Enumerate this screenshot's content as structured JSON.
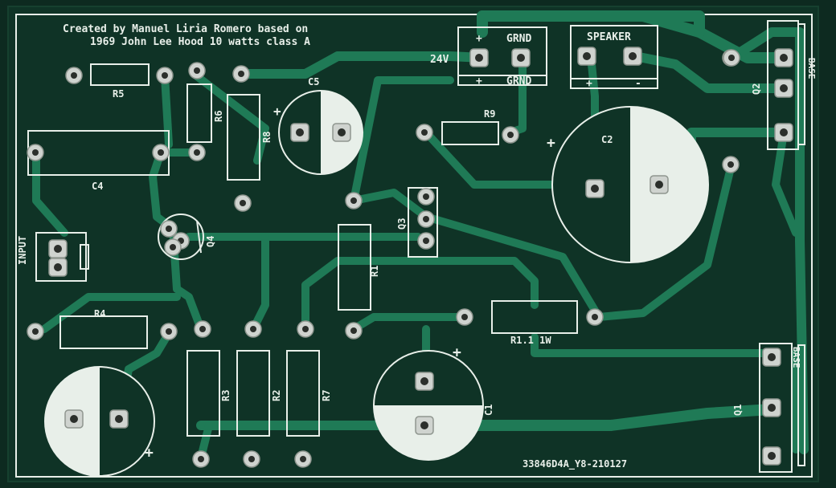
{
  "board": {
    "credit_line1": "Created by Manuel Liria Romero based on",
    "credit_line2": "1969 John Lee Hood 10 watts class A",
    "board_code": "33846D4A_Y8-210127",
    "colors": {
      "substrate": "#0e2e22",
      "copper": "#1f7a56",
      "silkscreen": "#e8efe9",
      "pad": "#cfd3cf"
    }
  },
  "connectors": {
    "supply_plus_sign": "+",
    "supply_ground_label_top": "GRND",
    "supply_ground_label_bottom": "GRND",
    "supply_minus_sign": "+",
    "supply_voltage": "24V",
    "speaker_label": "SPEAKER",
    "speaker_plus_sign": "+",
    "speaker_minus_sign": "-",
    "input_label": "INPUT"
  },
  "components": {
    "r5": "R5",
    "r6": "R6",
    "r8": "R8",
    "c5": "C5",
    "c5_plus": "+",
    "c4": "C4",
    "r9": "R9",
    "c2": "C2",
    "c2_plus": "+",
    "q2": "Q2",
    "q2_base": "BASE",
    "q3": "Q3",
    "q4": "Q4",
    "r1": "R1",
    "r4": "R4",
    "r3": "R3",
    "r2": "R2",
    "r7": "R7",
    "r11": "R1.1 1W",
    "c1": "C1",
    "c1_plus": "+",
    "c3_plus": "+",
    "q1": "Q1",
    "q1_base": "BASE"
  }
}
